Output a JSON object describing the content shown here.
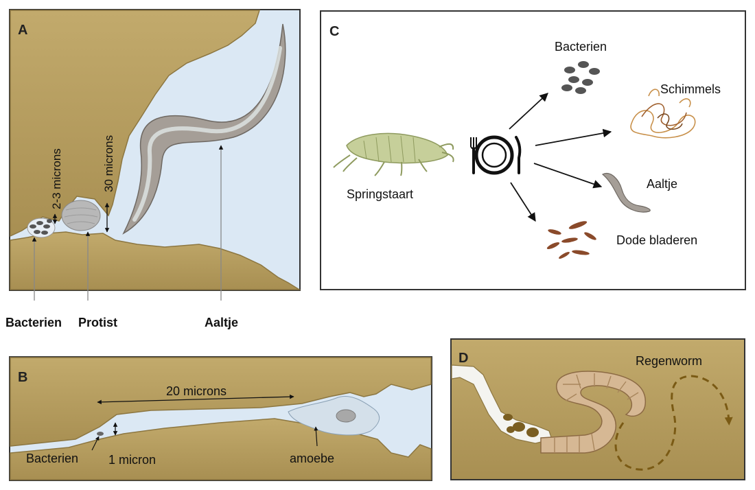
{
  "panel_a": {
    "letter": "A",
    "dim_small": "2-3 microns",
    "dim_large": "30 microns",
    "label_bacteria": "Bacterien",
    "label_protist": "Protist",
    "label_nematode": "Aaltje"
  },
  "panel_b": {
    "letter": "B",
    "dim_length": "20 microns",
    "dim_width": "1 micron",
    "label_bacteria": "Bacterien",
    "label_amoeba": "amoebe"
  },
  "panel_c": {
    "letter": "C",
    "label_springtail": "Springstaart",
    "label_bacteria": "Bacterien",
    "label_fungi": "Schimmels",
    "label_nematode": "Aaltje",
    "label_leaves": "Dode bladeren"
  },
  "panel_d": {
    "letter": "D",
    "label_earthworm": "Regenworm"
  },
  "colors": {
    "soil": "#b8a064",
    "soil_dark": "#8c7640",
    "water": "#dbe8f4",
    "nematode": "#a59e97",
    "frame": "#333333"
  }
}
